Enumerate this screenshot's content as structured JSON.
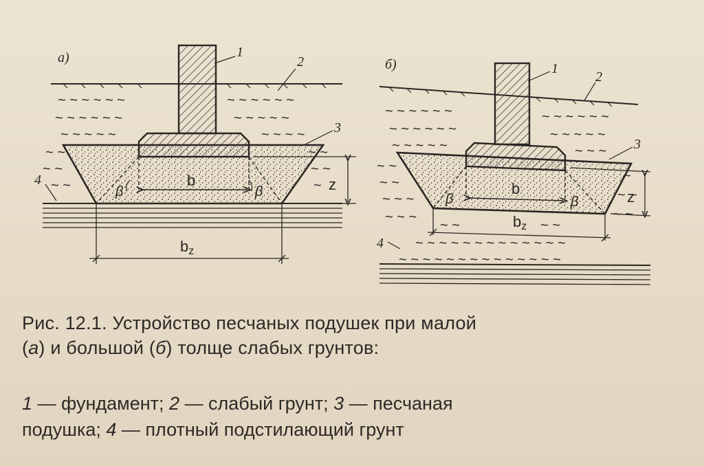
{
  "figure": {
    "panel_a_label": "a)",
    "panel_b_label": "б)",
    "callouts": [
      "1",
      "2",
      "3",
      "4"
    ],
    "dims": {
      "b": "b",
      "bz": "b",
      "bz_sub": "z",
      "z": "z",
      "beta": "β"
    }
  },
  "caption": {
    "prefix": "Рис. 12.1. Устройство песчаных подушек при малой",
    "line2_open": "(",
    "a": "а",
    "line2_mid": ") и большой (",
    "b": "б",
    "line2_end": ") толще слабых грунтов:"
  },
  "legend": {
    "n1": "1",
    "t1": " — фундамент;  ",
    "n2": "2",
    "t2": " — слабый  грунт;  ",
    "n3": "3",
    "t3": " — песчаная",
    "line2_pre": "подушка; ",
    "n4": "4",
    "t4": " — плотный подстилающий грунт"
  },
  "colors": {
    "ink": "#2b2623",
    "paper": "#e8dfcc"
  }
}
